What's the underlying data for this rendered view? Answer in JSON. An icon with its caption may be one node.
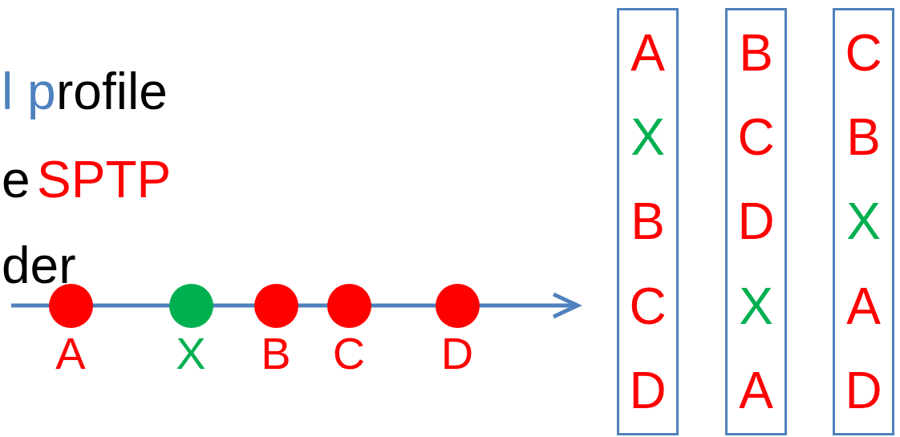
{
  "diagram": {
    "nodes": [
      {
        "text": [
          "A"
        ]
      },
      {
        "text": [
          "X"
        ]
      },
      {
        "text": [
          "B"
        ]
      },
      {
        "text": [
          "C"
        ]
      },
      {
        "text": [
          "D"
        ]
      },
      {
        "text": [
          "A",
          "X",
          "B",
          "C",
          "D"
        ]
      },
      {
        "text": [
          "B",
          "C",
          "D",
          "X",
          "A"
        ]
      },
      {
        "text": [
          "C",
          "B",
          "X",
          "A",
          "D"
        ]
      }
    ],
    "labels": [
      "l p",
      "rofile",
      "e",
      "SPTP",
      "der"
    ]
  }
}
